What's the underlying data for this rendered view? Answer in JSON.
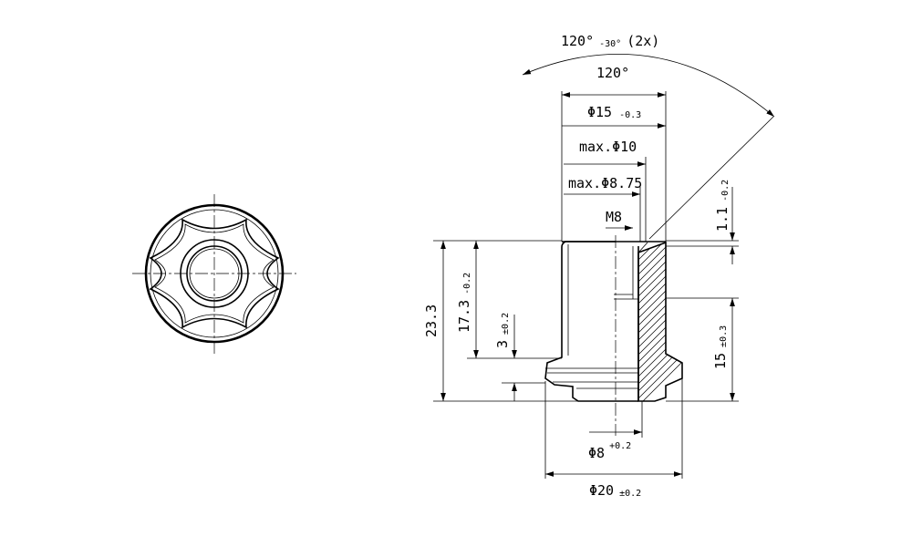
{
  "dimensions": {
    "angle_top": {
      "main": "120°",
      "tol": "-30°",
      "suffix": "(2x)"
    },
    "angle_nominal": {
      "main": "120°"
    },
    "dia15": {
      "main": "Φ15",
      "tol": "-0.3"
    },
    "max_dia10": {
      "main": "max.Φ10"
    },
    "max_dia875": {
      "main": "max.Φ8.75"
    },
    "thread": {
      "main": "M8"
    },
    "len_1_1": {
      "main": "1.1",
      "tol": "-0.2"
    },
    "len_23_3": {
      "main": "23.3"
    },
    "len_17_3": {
      "main": "17.3",
      "tol": "-0.2"
    },
    "len_3": {
      "main": "3",
      "tol": "±0.2"
    },
    "len_15": {
      "main": "15",
      "tol": "±0.3"
    },
    "dia8": {
      "main": "Φ8",
      "tol": "+0.2"
    },
    "dia20": {
      "main": "Φ20",
      "tol": "±0.2"
    }
  }
}
